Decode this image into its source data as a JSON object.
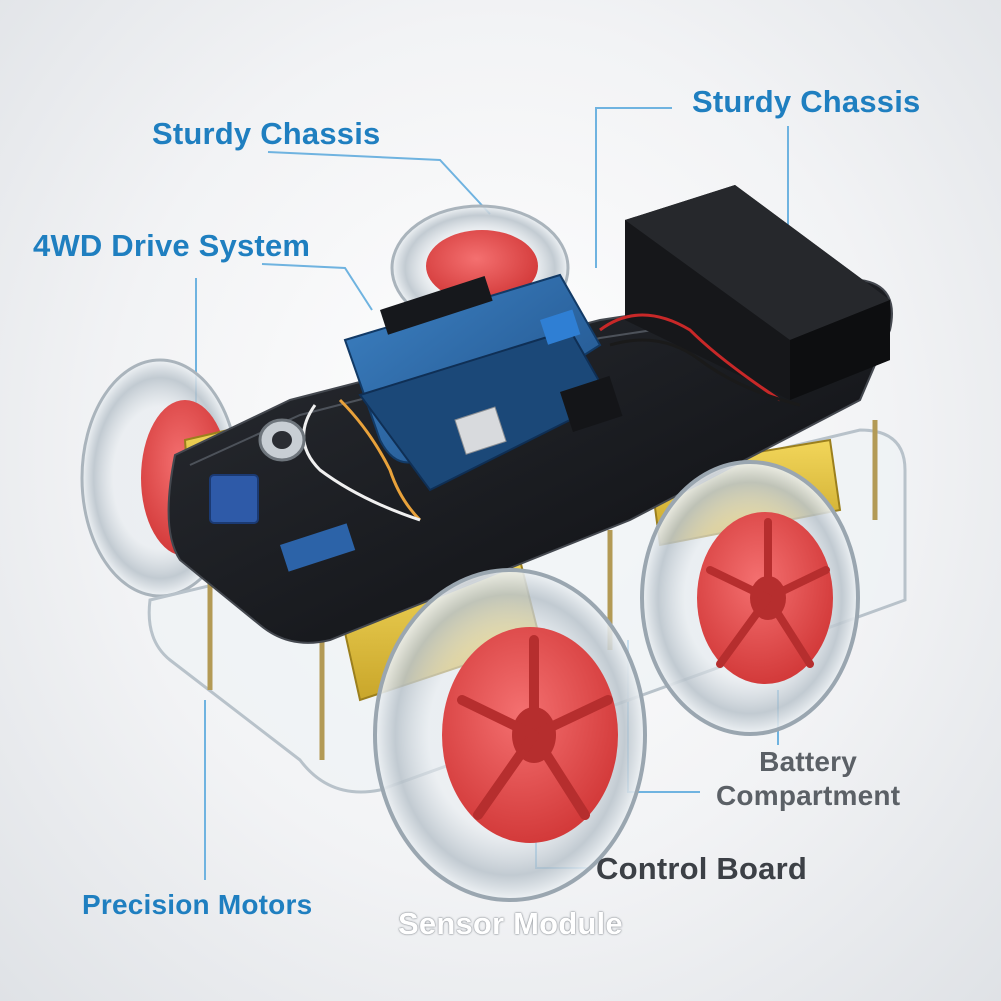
{
  "callouts": {
    "sturdy_chassis_left": "Sturdy Chassis",
    "sturdy_chassis_right": "Sturdy Chassis",
    "drive_system": "4WD Drive System",
    "precision_motors": "Precision Motors",
    "sensor_module": "Sensor Module",
    "control_board": "Control Board",
    "battery_line1": "Battery",
    "battery_line2": "Compartment"
  },
  "colors": {
    "callout_blue": "#1f7fc0",
    "leader_line": "#6fb3e0",
    "wheel_hub": "#e84b4b",
    "tire": "#cfd6dc",
    "acrylic_top": "#111318",
    "motor_yellow": "#e5c33a",
    "board_blue": "#2e6aa8",
    "battery_box": "#1a1b1e"
  },
  "icons": {
    "vehicle": "robot-car-illustration"
  }
}
